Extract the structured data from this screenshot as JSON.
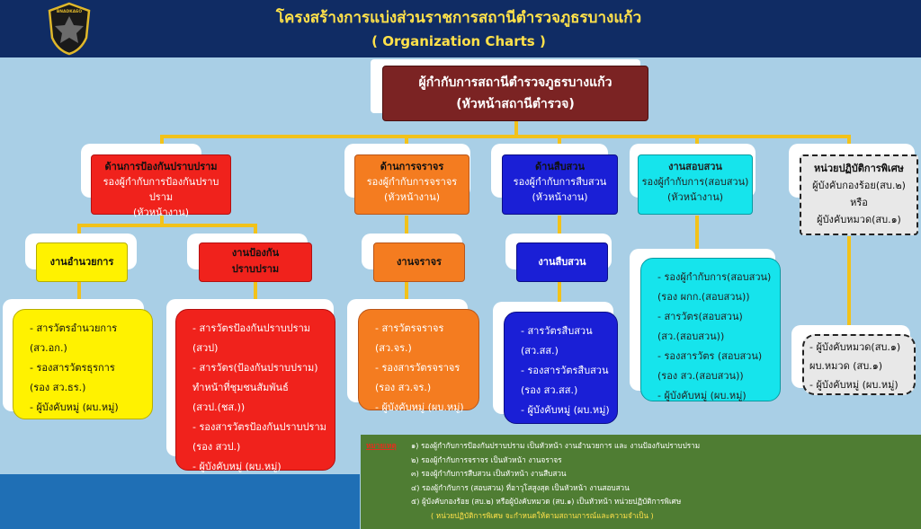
{
  "header": {
    "title": "โครงสร้างการแบ่งส่วนราชการสถานีตำรวจภูธรบางแก้ว",
    "subtitle": "( Organization Charts )",
    "logo_text": "BNADKAEO"
  },
  "head": {
    "line1": "ผู้กำกับการสถานีตำรวจภูธรบางแก้ว",
    "line2": "(หัวหน้าสถานีตำรวจ)"
  },
  "departments": {
    "prevention": {
      "title": "ด้านการป้องกันปราบปราม",
      "line1": "รองผู้กำกับการป้องกันปราบปราม",
      "line2": "(หัวหน้างาน)"
    },
    "traffic": {
      "title": "ด้านการจราจร",
      "line1": "รองผู้กำกับการจราจร",
      "line2": "(หัวหน้างาน)"
    },
    "investigation": {
      "title": "ด้านสืบสวน",
      "line1": "รองผู้กำกับการสืบสวน",
      "line2": "(หัวหน้างาน)"
    },
    "inquiry": {
      "title": "งานสอบสวน",
      "line1": "รองผู้กำกับการ(สอบสวน)",
      "line2": "(หัวหน้างาน)"
    },
    "special": {
      "title": "หน่วยปฏิบัติการพิเศษ",
      "line1": "ผู้บังคับกองร้อย(สบ.๒)",
      "line2": "หรือ",
      "line3": "ผู้บังคับหมวด(สบ.๑)"
    }
  },
  "sections": {
    "admin": "งานอำนวยการ",
    "prevention": [
      "งานป้องกัน",
      "ปราบปราม"
    ],
    "traffic": "งานจราจร",
    "investigation": "งานสืบสวน"
  },
  "lists": {
    "admin": [
      "- สารวัตรอำนวยการ",
      "  (สว.อก.)",
      "- รองสารวัตรธุรการ",
      "  (รอง สว.ธร.)",
      "- ผู้บังคับหมู่ (ผบ.หมู่)"
    ],
    "prevention": [
      "- สารวัตรป้องกันปราบปราม",
      "  (สวป)",
      "- สารวัตร(ป้องกันปราบปราม)",
      "  ทำหน้าที่ชุมชนสัมพันธ์",
      "  (สวป.(ชส.))",
      "- รองสารวัตรป้องกันปราบปราม",
      "  (รอง สวป.)",
      "- ผู้บังคับหมู่ (ผบ.หมู่)"
    ],
    "traffic": [
      "- สารวัตรจราจร",
      "  (สว.จร.)",
      "- รองสารวัตรจราจร",
      "  (รอง สว.จร.)",
      "- ผู้บังคับหมู่ (ผบ.หมู่)"
    ],
    "investigation": [
      "- สารวัตรสืบสวน",
      "  (สว.สส.)",
      "- รองสารวัตรสืบสวน",
      "  (รอง สว.สส.)",
      "- ผู้บังคับหมู่ (ผบ.หมู่)"
    ],
    "inquiry": [
      "- รองผู้กำกับการ(สอบสวน)",
      "  (รอง ผกก.(สอบสวน))",
      "- สารวัตร(สอบสวน)",
      "  (สว.(สอบสวน))",
      "- รองสารวัตร (สอบสวน)",
      "  (รอง สว.(สอบสวน))",
      "- ผู้บังคับหมู่ (ผบ.หมู่)"
    ],
    "special": [
      "- ผู้บังคับหมวด(สบ.๑)",
      "  ผบ.หมวด (สบ.๑)",
      "- ผู้บังคับหมู่ (ผบ.หมู่)"
    ]
  },
  "note": {
    "label": "หมายเหตุ",
    "items": [
      "๑) รองผู้กำกับการป้องกันปราบปราม เป็นหัวหน้า งานอำนวยการ และ งานป้องกันปราบปราม",
      "๒) รองผู้กำกับการจราจร เป็นหัวหน้า งานจราจร",
      "๓) รองผู้กำกับการสืบสวน เป็นหัวหน้า งานสืบสวน",
      "๔) รองผู้กำกับการ (สอบสวน) ที่อาวุโสสูงสุด เป็นหัวหน้า งานสอบสวน",
      "๕) ผู้บังคับกองร้อย (สบ.๒) หรือผู้บังคับหมวด (สบ.๑) เป็นหัวหน้า หน่วยปฏิบัติการพิเศษ"
    ],
    "footnote": "( หน่วยปฏิบัติการพิเศษ จะกำหนดให้ตามสถานการณ์และความจำเป็น )"
  },
  "colors": {
    "header_bg": "#102c64",
    "title": "#ffe14a",
    "head_box": "#7b2323",
    "connector": "#f2c21a",
    "red": "#f0221c",
    "orange": "#f47c20",
    "blue": "#1a1fd6",
    "cyan": "#16e4ec",
    "yellow": "#fff200",
    "note_bg": "#4f7d33"
  }
}
